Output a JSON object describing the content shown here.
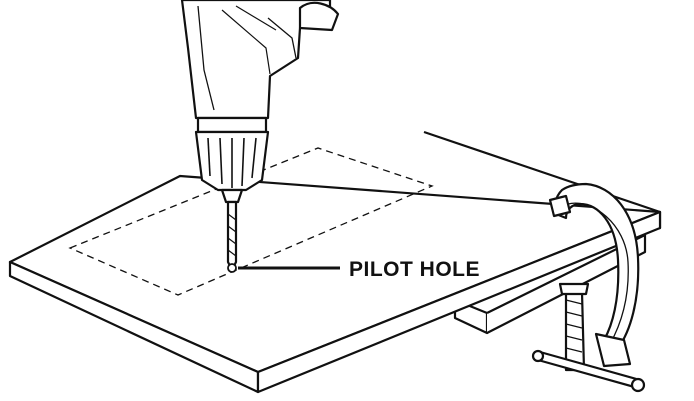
{
  "callout": {
    "label": "PILOT HOLE"
  },
  "colors": {
    "line": "#111111",
    "background": "#ffffff",
    "shade": "#d9d9d9"
  },
  "icons": {
    "tool": "power-drill",
    "clamp": "c-clamp"
  }
}
